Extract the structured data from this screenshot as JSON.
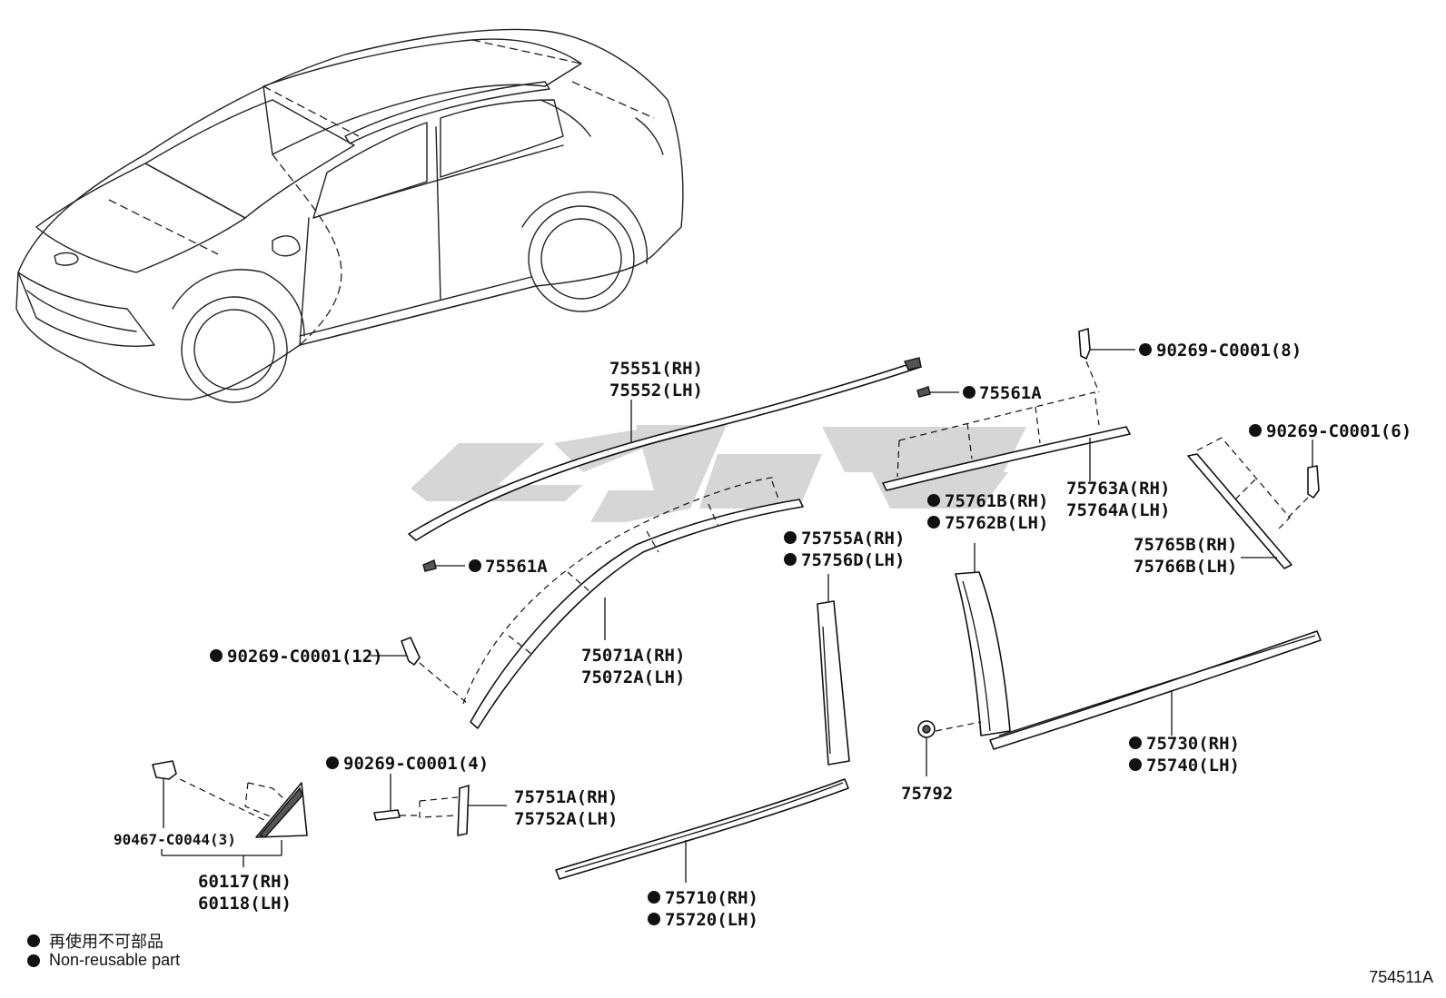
{
  "labels": {
    "rail_rh": "75551(RH)",
    "rail_lh": "75552(LH)",
    "clip_top": "75561A",
    "clip_left": "75561A",
    "clip8": "90269-C0001(8)",
    "clip6": "90269-C0001(6)",
    "clip12": "90269-C0001(12)",
    "clip4": "90269-C0001(4)",
    "pillar_rh": "75763A(RH)",
    "pillar_lh": "75764A(LH)",
    "rear_rh": "75765B(RH)",
    "rear_lh": "75766B(LH)",
    "door_b_rh": "75761B(RH)",
    "door_b_lh": "75762B(LH)",
    "door_a_rh": "75755A(RH)",
    "door_a_lh": "75756D(LH)",
    "roof_rh": "75071A(RH)",
    "roof_lh": "75072A(LH)",
    "belt_front_rh": "75751A(RH)",
    "belt_front_lh": "75752A(LH)",
    "sill_rh": "75710(RH)",
    "sill_lh": "75720(LH)",
    "rear_belt_rh": "75730(RH)",
    "rear_belt_lh": "75740(LH)",
    "grommet": "75792",
    "screw": "90467-C0044(3)",
    "cover_rh": "60117(RH)",
    "cover_lh": "60118(LH)"
  },
  "legend": {
    "japanese": "再使用不可部品",
    "english": "Non-reusable part"
  },
  "reference_code": "754511A",
  "colors": {
    "ink": "#111111",
    "watermark": "#cfcfcf"
  }
}
